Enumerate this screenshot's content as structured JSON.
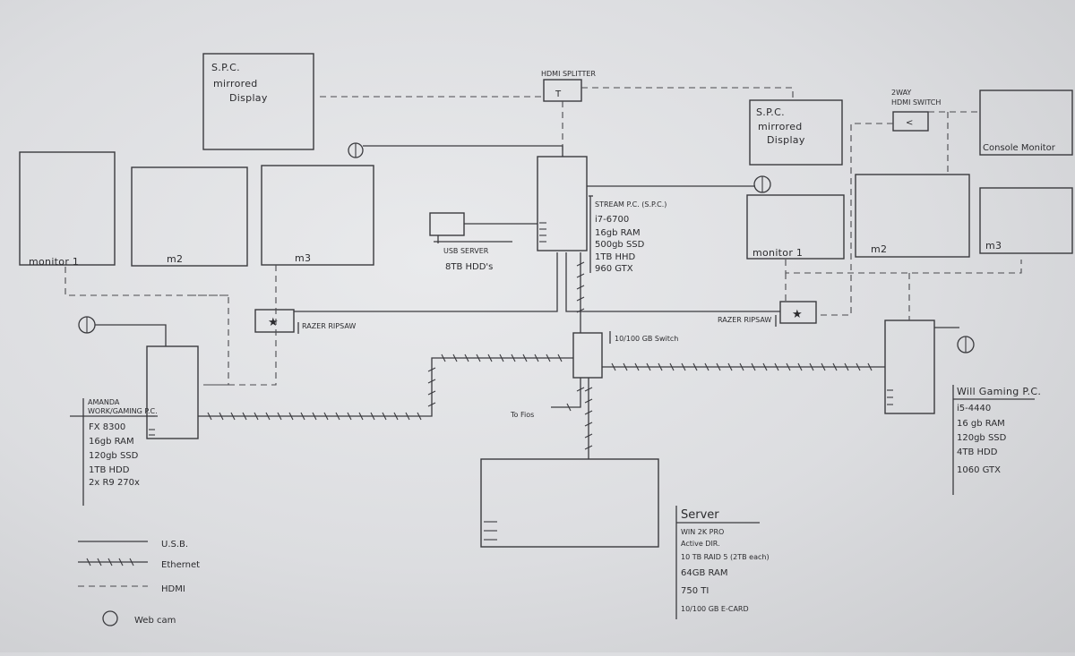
{
  "labels": {
    "spc_mirror_left_1": "S.P.C.",
    "spc_mirror_left_2": "mirrored",
    "spc_mirror_left_3": "Display",
    "spc_mirror_right_1": "S.P.C.",
    "spc_mirror_right_2": "mirrored",
    "spc_mirror_right_3": "Display",
    "hdmi_splitter": "HDMI SPLITTER",
    "two_way_1": "2WAY",
    "two_way_2": "HDMI SWITCH",
    "console_monitor": "Console Monitor",
    "left_monitor_1": "monitor 1",
    "left_m2": "m2",
    "left_m3": "m3",
    "right_monitor_1": "monitor 1",
    "right_m2": "m2",
    "right_m3": "m3",
    "razer_left": "RAZER RIPSAW",
    "razer_right": "RAZER RIPSAW",
    "usb_server_1": "USB SERVER",
    "usb_server_2": "8TB HDD's",
    "switch": "10/100 GB Switch",
    "to_fios": "To Fios",
    "splitter_glyph": "T",
    "switch2_glyph": "<",
    "razer_glyph": "★"
  },
  "stream_pc": {
    "title": "STREAM P.C. (S.P.C.)",
    "specs": [
      "i7-6700",
      "16gb RAM",
      "500gb SSD",
      "1TB HHD",
      "960 GTX"
    ]
  },
  "amanda_pc": {
    "title_1": "AMANDA",
    "title_2": "WORK/GAMING P.C.",
    "specs": [
      "FX 8300",
      "16gb RAM",
      "120gb SSD",
      "1TB HDD",
      "2x R9 270x"
    ]
  },
  "will_pc": {
    "title": "Will Gaming P.C.",
    "specs": [
      "i5-4440",
      "16 gb RAM",
      "120gb SSD",
      "4TB HDD",
      "1060 GTX"
    ]
  },
  "server": {
    "title": "Server",
    "specs": [
      "WIN 2K PRO",
      "Active DIR.",
      "10 TB RAID 5 (2TB each)",
      "64GB RAM",
      "750 TI",
      "10/100 GB E-CARD"
    ]
  },
  "legend": {
    "usb": "U.S.B.",
    "ethernet": "Ethernet",
    "hdmi": "HDMI",
    "webcam": "Web cam"
  }
}
